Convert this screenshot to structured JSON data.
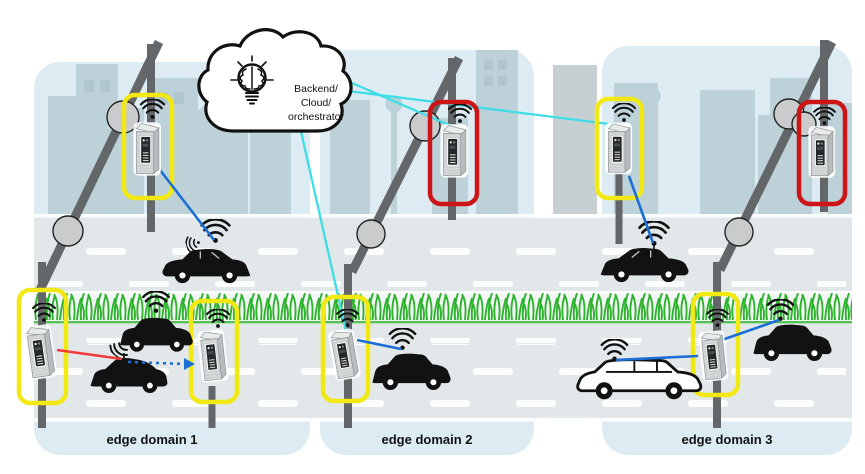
{
  "diagram": {
    "cloud": {
      "icon": "brain-lightbulb",
      "label_lines": [
        "Backend/",
        "Cloud/",
        "orchestrator"
      ]
    },
    "domains": [
      {
        "label": "edge domain 1",
        "edge_servers": [
          {
            "location": "pole-top",
            "highlight": "yellow"
          },
          {
            "location": "roadside-left",
            "highlight": "yellow"
          },
          {
            "location": "roadside-right",
            "highlight": "yellow"
          }
        ],
        "vehicles": [
          {
            "type": "sedan",
            "wifi": true
          },
          {
            "type": "suv",
            "wifi": true
          },
          {
            "type": "hatchback",
            "wifi": false
          }
        ]
      },
      {
        "label": "edge domain 2",
        "edge_servers": [
          {
            "location": "pole-top",
            "highlight": "red"
          },
          {
            "location": "roadside",
            "highlight": "yellow"
          }
        ],
        "vehicles": [
          {
            "type": "suv",
            "wifi": true
          }
        ]
      },
      {
        "label": "edge domain 3",
        "edge_servers": [
          {
            "location": "pole-top-left",
            "highlight": "yellow"
          },
          {
            "location": "roadside",
            "highlight": "yellow"
          },
          {
            "location": "pole-top-right",
            "highlight": "red"
          }
        ],
        "vehicles": [
          {
            "type": "sedan",
            "wifi": true
          },
          {
            "type": "station-wagon",
            "wifi": true
          },
          {
            "type": "suv",
            "wifi": true
          }
        ]
      }
    ],
    "connections": [
      {
        "from": "cloud",
        "to": "domain2-pole-top-server",
        "style": "cyan-solid"
      },
      {
        "from": "cloud",
        "to": "domain2-roadside-server",
        "style": "cyan-solid"
      },
      {
        "from": "cloud",
        "to": "domain3-pole-top-left-server",
        "style": "cyan-solid"
      },
      {
        "from": "domain1-pole-top-server",
        "to": "domain1-sedan",
        "style": "blue-solid"
      },
      {
        "from": "domain1-roadside-left-server",
        "to": "domain1-hatchback",
        "style": "red-solid"
      },
      {
        "from": "domain1-hatchback",
        "to": "domain1-roadside-right-server",
        "style": "blue-dotted-arrow"
      },
      {
        "from": "domain2-roadside-server",
        "to": "domain2-suv",
        "style": "blue-solid"
      },
      {
        "from": "domain3-pole-top-left-server",
        "to": "domain3-sedan",
        "style": "blue-solid"
      },
      {
        "from": "domain3-station-wagon",
        "to": "domain3-roadside-server",
        "style": "blue-solid"
      },
      {
        "from": "domain3-suv",
        "to": "domain3-roadside-server",
        "style": "blue-solid"
      }
    ],
    "colors": {
      "highlight_yellow": "#f2e813",
      "highlight_red": "#cd1417",
      "cloud_link_cyan": "#3fdde8",
      "vehicle_link_blue": "#1a6ed6",
      "alert_link_red": "#f23b3b",
      "grass_green": "#2db32d",
      "panel_blue": "#d9e8ef",
      "building_gray": "#c6d0d3",
      "road_gray": "#e2e8ea",
      "pole_gray": "#646769"
    }
  }
}
